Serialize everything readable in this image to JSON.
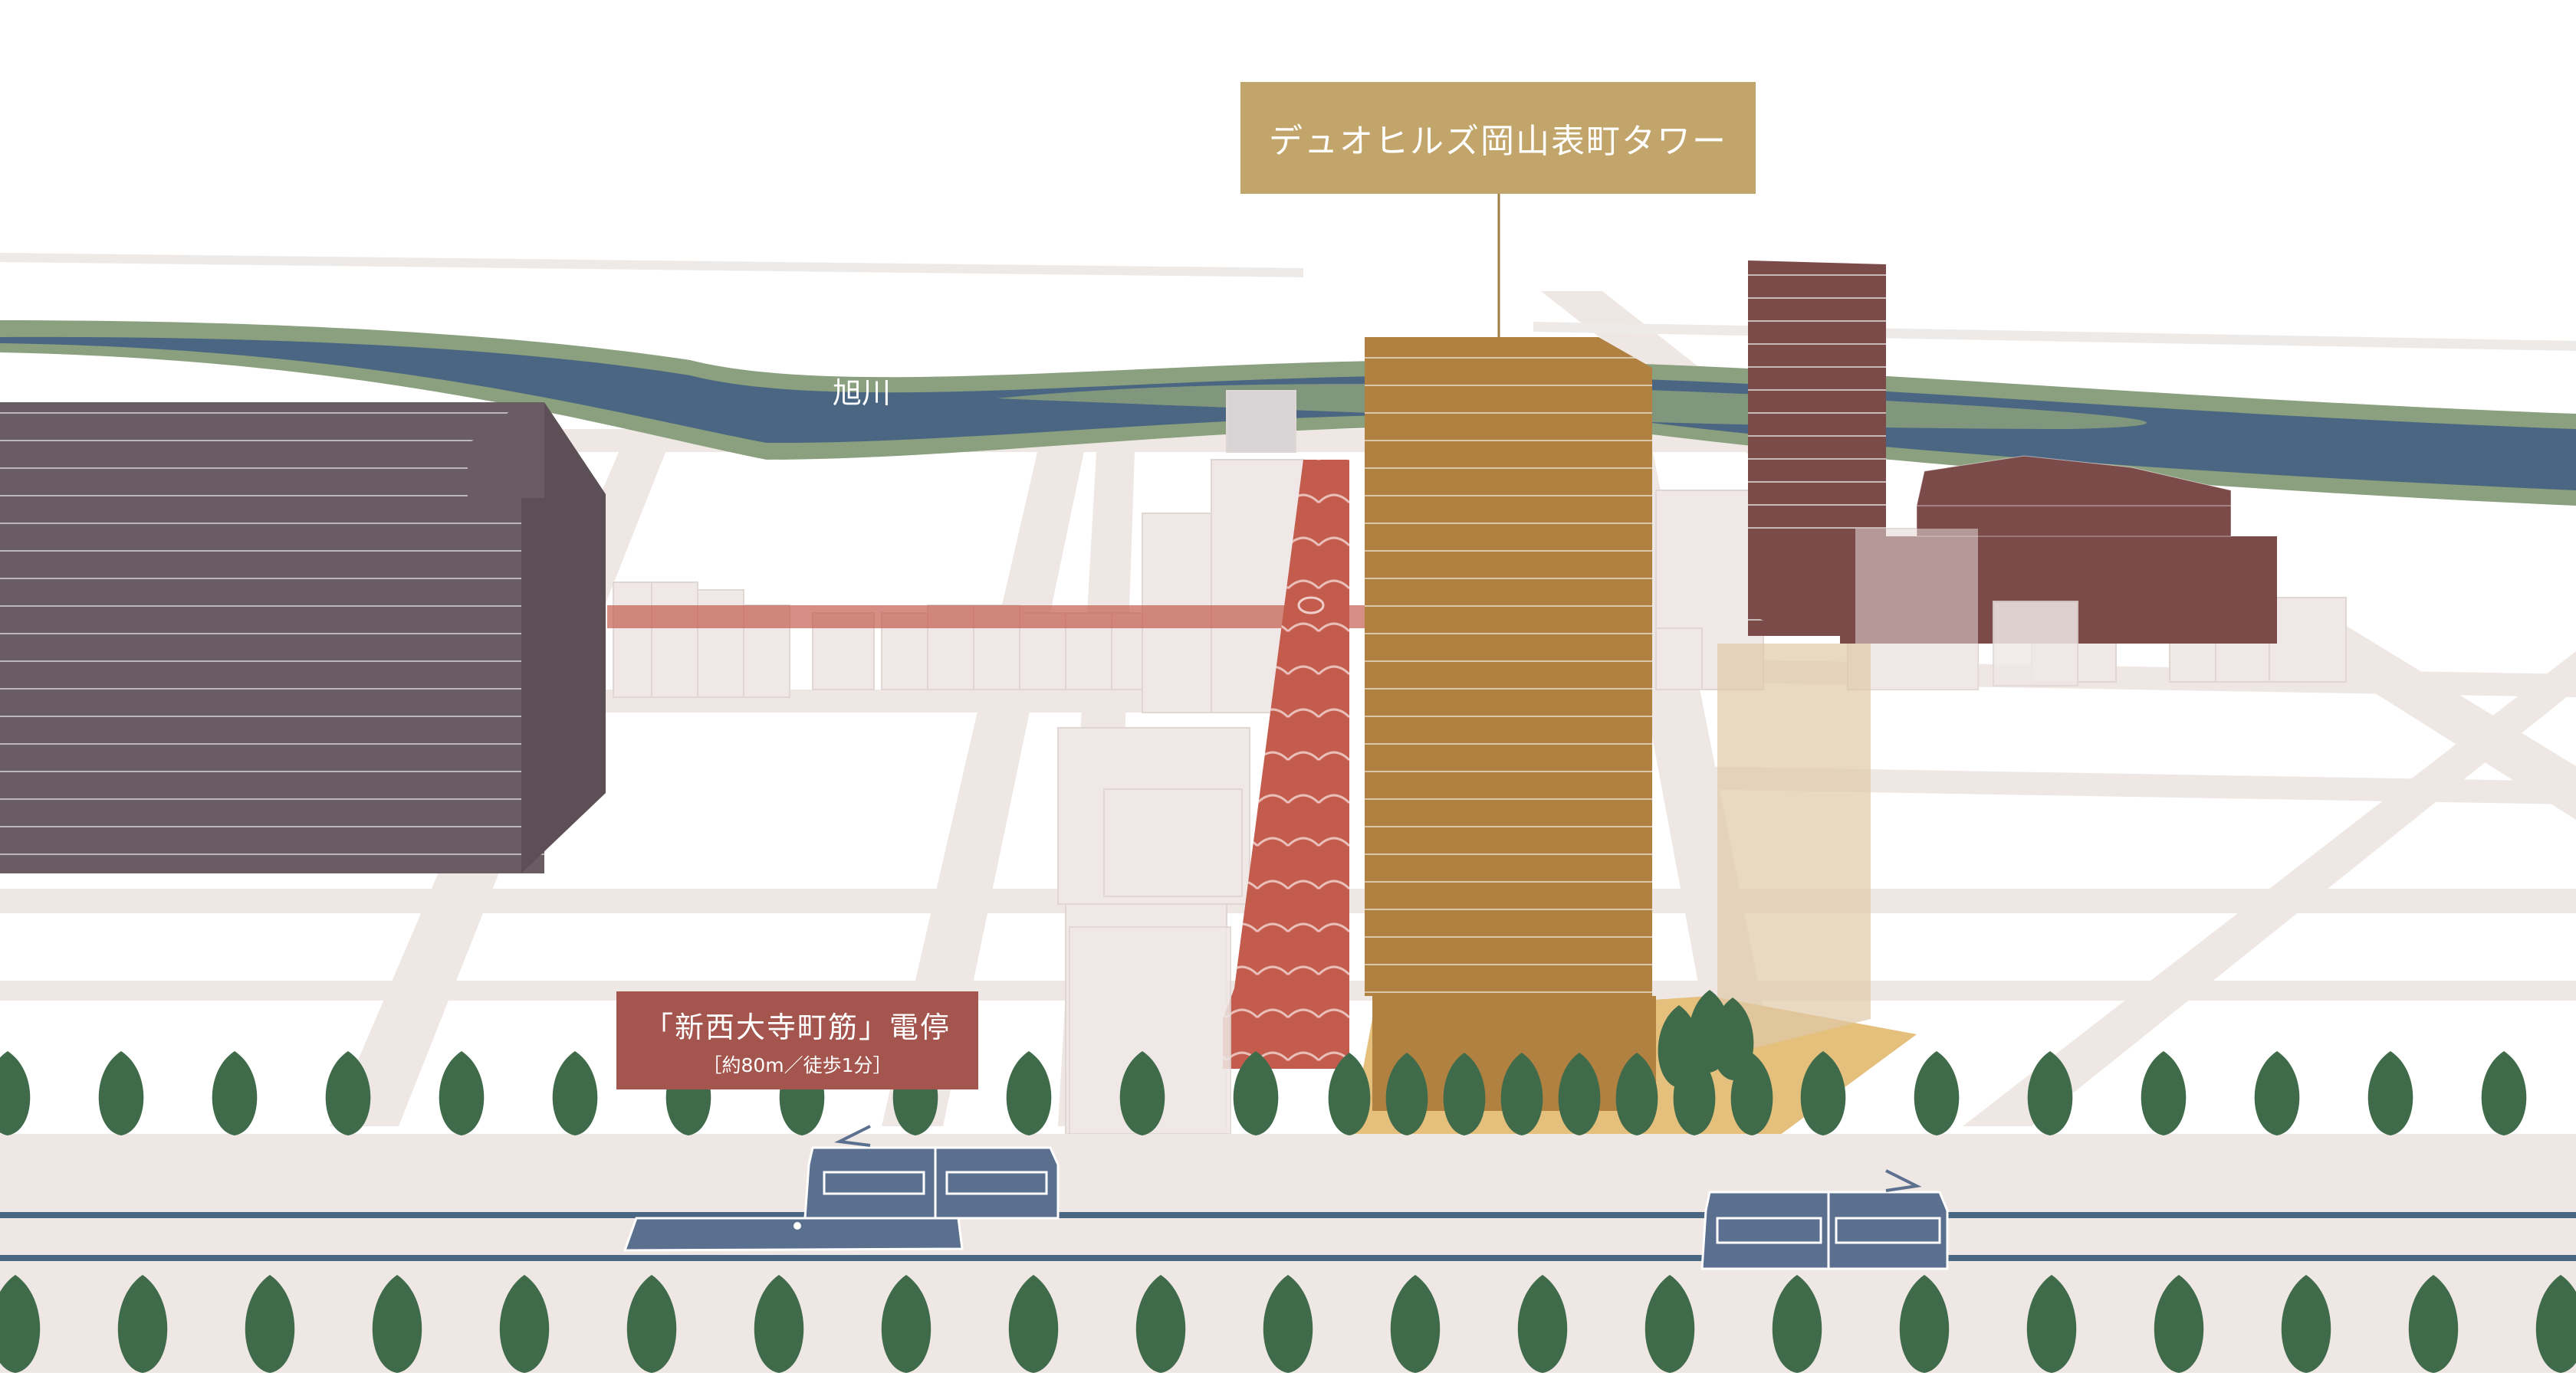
{
  "map": {
    "tower_label": "デュオヒルズ岡山表町タワー",
    "river_label": "旭川",
    "stop_label": "「新西大寺町筋」電停",
    "stop_distance": "［約80m／徒歩1分］"
  },
  "colors": {
    "road": "#eee7e4",
    "river": "#4a6682",
    "riverbank": "#8aa07e",
    "tower": "#b08140",
    "tower_label_bg": "#c2a56b",
    "arcade": "#c45c4e",
    "left_block": "#6a5c63",
    "right_block": "#7b4b4a",
    "tram": "#5b6f8f",
    "tree": "#3f6b4a",
    "stop_label_bg": "#a3554e"
  },
  "icons": {
    "tram": "tram-icon",
    "tree": "tree-icon"
  }
}
